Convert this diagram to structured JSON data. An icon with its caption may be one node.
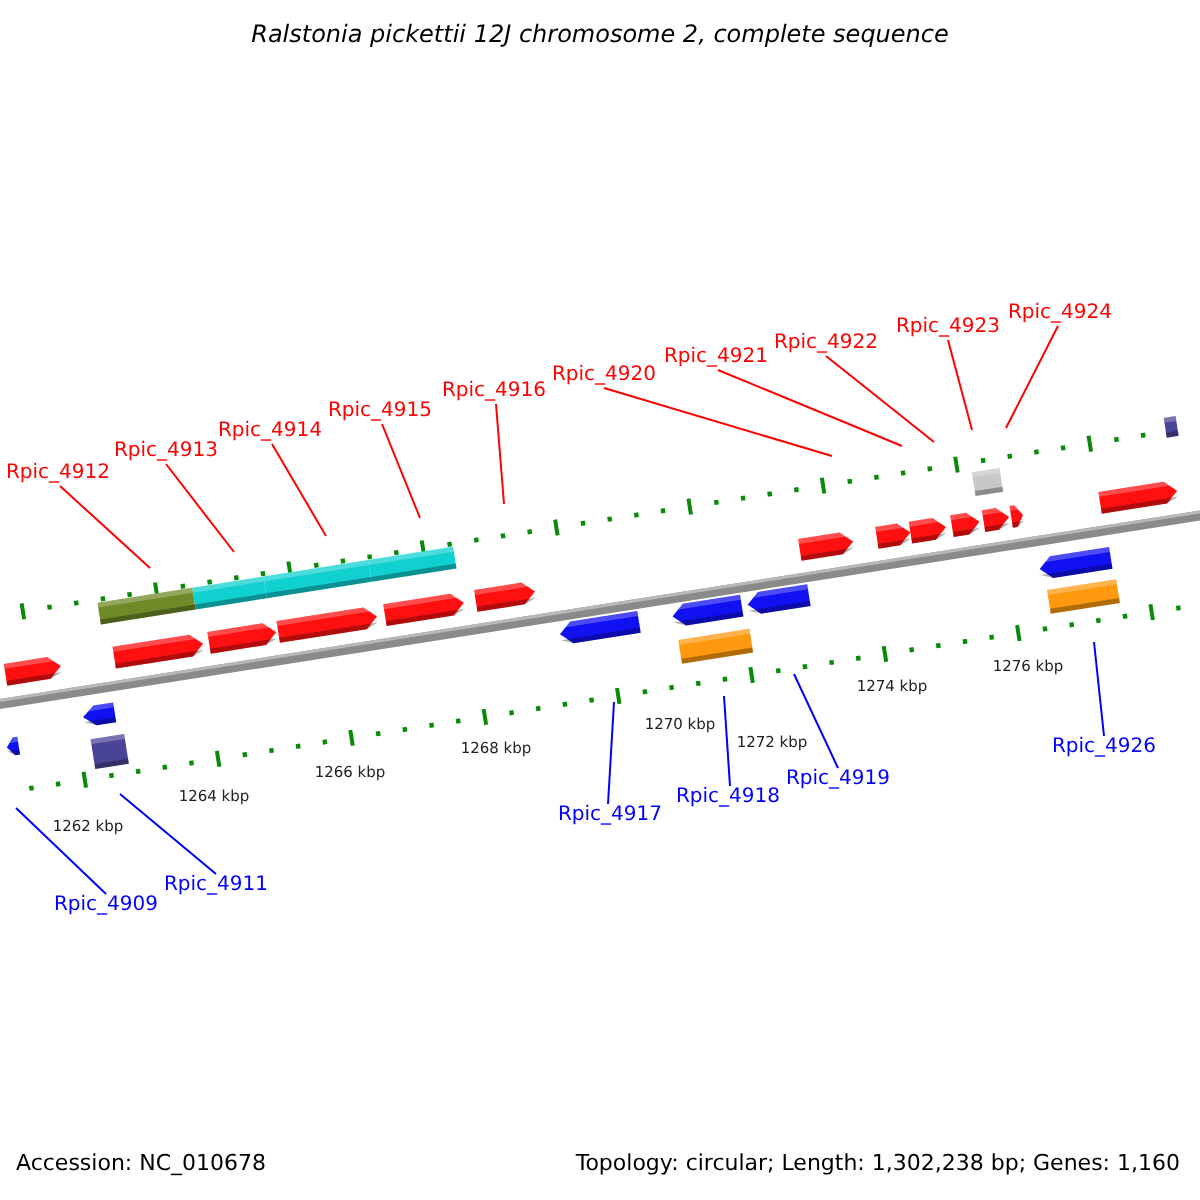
{
  "diagram": {
    "title": "Ralstonia pickettii 12J chromosome 2, complete sequence",
    "nodes": [
      {
        "text": [
          "Rpic_4912"
        ]
      },
      {
        "text": [
          "Rpic_4913"
        ]
      },
      {
        "text": [
          "Rpic_4914"
        ]
      },
      {
        "text": [
          "Rpic_4915"
        ]
      },
      {
        "text": [
          "Rpic_4916"
        ]
      },
      {
        "text": [
          "Rpic_4920"
        ]
      },
      {
        "text": [
          "Rpic_4921"
        ]
      },
      {
        "text": [
          "Rpic_4922"
        ]
      },
      {
        "text": [
          "Rpic_4923"
        ]
      },
      {
        "text": [
          "Rpic_4924"
        ]
      },
      {
        "text": [
          "Rpic_4909"
        ]
      },
      {
        "text": [
          "Rpic_4911"
        ]
      },
      {
        "text": [
          "Rpic_4917"
        ]
      },
      {
        "text": [
          "Rpic_4918"
        ]
      },
      {
        "text": [
          "Rpic_4919"
        ]
      },
      {
        "text": [
          "Rpic_4926"
        ]
      }
    ],
    "edges": [
      {
        "from": 0,
        "to": null,
        "arrow": "none"
      },
      {
        "from": 1,
        "to": null,
        "arrow": "none"
      },
      {
        "from": 2,
        "to": null,
        "arrow": "none"
      },
      {
        "from": 3,
        "to": null,
        "arrow": "none"
      },
      {
        "from": 4,
        "to": null,
        "arrow": "none"
      },
      {
        "from": 5,
        "to": null,
        "arrow": "none"
      },
      {
        "from": 6,
        "to": null,
        "arrow": "none"
      },
      {
        "from": 7,
        "to": null,
        "arrow": "none"
      },
      {
        "from": 8,
        "to": null,
        "arrow": "none"
      },
      {
        "from": 9,
        "to": null,
        "arrow": "none"
      },
      {
        "from": 10,
        "to": null,
        "arrow": "none",
        "color": "#0000ff"
      },
      {
        "from": 11,
        "to": null,
        "arrow": "none",
        "color": "#0000ff"
      },
      {
        "from": 12,
        "to": null,
        "arrow": "none",
        "color": "#0000ff"
      },
      {
        "from": 13,
        "to": null,
        "arrow": "none",
        "color": "#0000ff"
      },
      {
        "from": 14,
        "to": null,
        "arrow": "none",
        "color": "#0000ff"
      },
      {
        "from": 15,
        "to": null,
        "arrow": "none",
        "color": "#0000ff"
      }
    ],
    "labels": [
      "1262 kbp",
      "1264 kbp",
      "1266 kbp",
      "1268 kbp",
      "1270 kbp",
      "1272 kbp",
      "1274 kbp",
      "1276 kbp",
      "Accession: NC_010678",
      "Topology: circular; Length: 1,302,238 bp; Genes: 1,160"
    ]
  }
}
